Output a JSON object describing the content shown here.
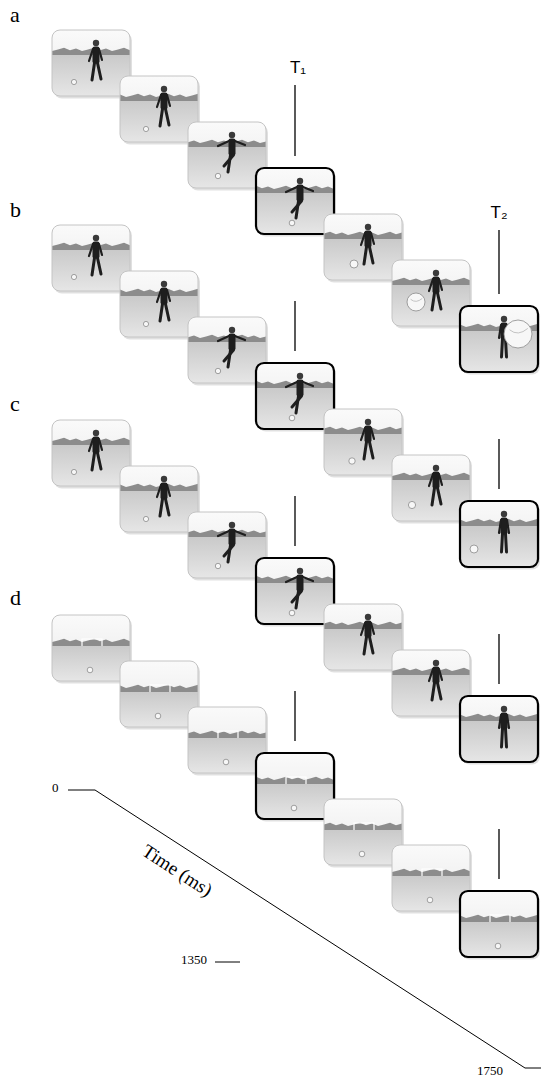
{
  "diagram": {
    "labels": [
      "a",
      "T₁",
      "T₂",
      "b",
      "c",
      "d",
      "0",
      "1350",
      "1750",
      "Time (ms)"
    ]
  }
}
